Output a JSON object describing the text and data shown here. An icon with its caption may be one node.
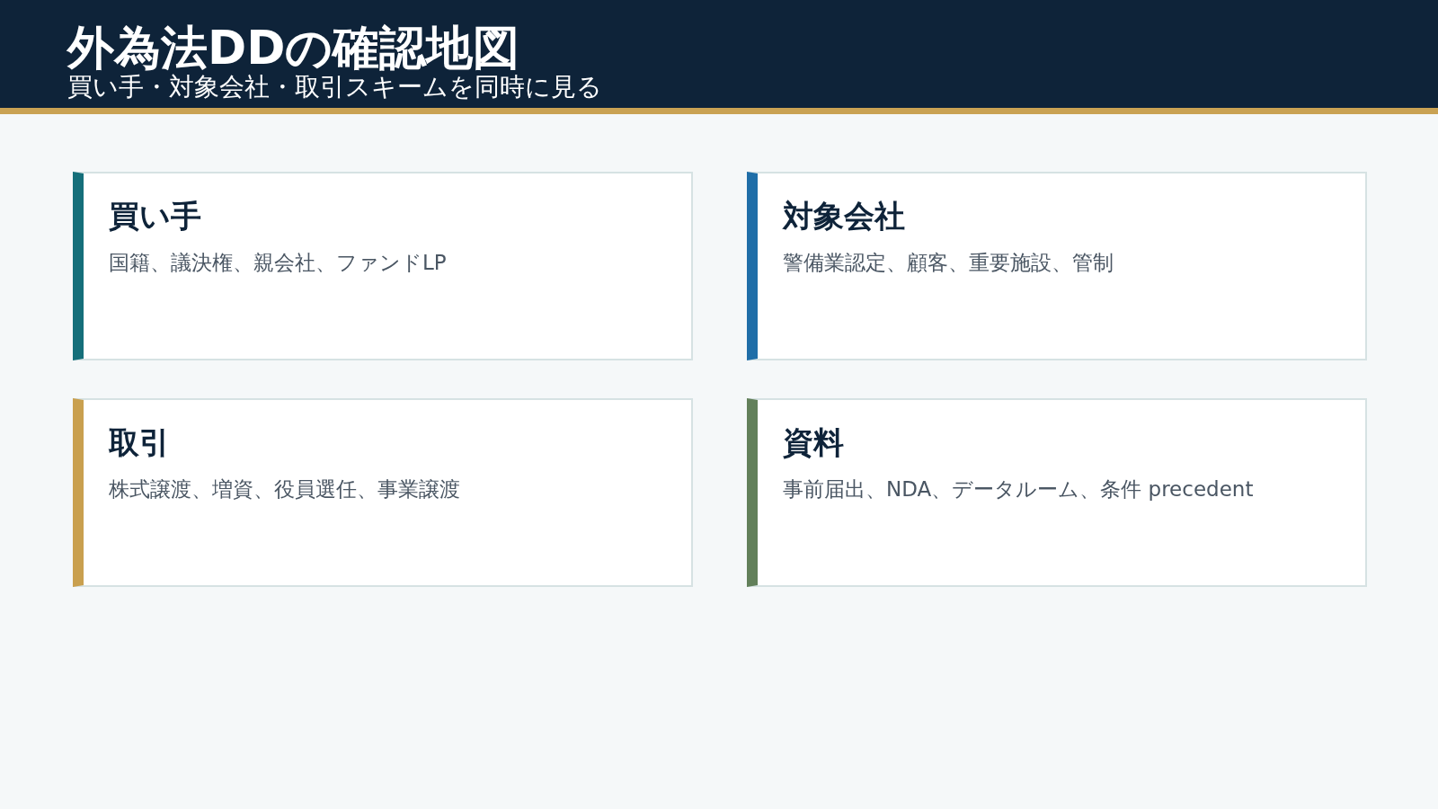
{
  "diagram": {
    "title": "外為法DDの確認地図",
    "labels": [
      "買い手・対象会社・取引スキームを同時に見る"
    ],
    "nodes": [
      {
        "text": [
          "買い手",
          "国籍、議決権、親会社、ファンドLP"
        ]
      },
      {
        "text": [
          "対象会社",
          "警備業認定、顧客、重要施設、管制"
        ]
      },
      {
        "text": [
          "取引",
          "株式譲渡、増資、役員選任、事業譲渡"
        ]
      },
      {
        "text": [
          "資料",
          "事前届出、NDA、データルーム、条件 precedent"
        ]
      }
    ]
  }
}
